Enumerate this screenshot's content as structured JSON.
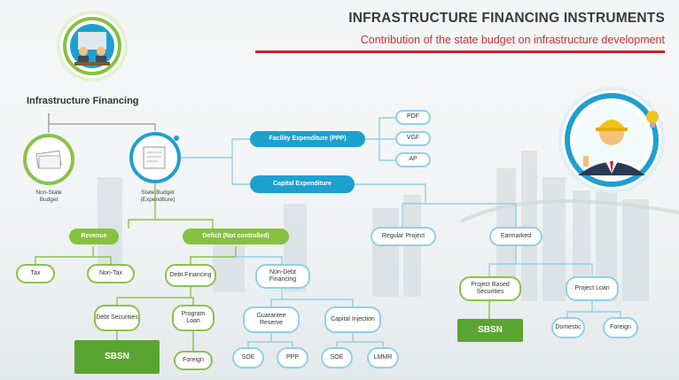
{
  "header": {
    "title": "INFRASTRUCTURE FINANCING INSTRUMENTS",
    "subtitle": "Contribution of the state budget on infrastructure development"
  },
  "root": {
    "label": "Infrastructure Financing"
  },
  "top_branches": {
    "non_state": "Non-State Budget",
    "state": "State Budget (Expenditure)"
  },
  "revenue_side": {
    "revenue": "Revenue",
    "deficit": "Deficit (Not controlled)",
    "tax": "Tax",
    "non_tax": "Non-Tax",
    "debt_financing": "Debt Financing",
    "non_debt_financing": "Non-Debt Financing",
    "debt_securities": "Debt Securities",
    "program_loan": "Program Loan",
    "sbsn": "SBSN",
    "foreign": "Foreign",
    "guarantee_reserve": "Guarantee Reserve",
    "capital_injection": "Capital Injection",
    "soe_1": "SOE",
    "ppp_1": "PPP",
    "soe_2": "SOE",
    "lmmr": "LMMR"
  },
  "expenditure_side": {
    "facility": "Facility Expenditure (PPP)",
    "pdf": "PDF",
    "vgf": "VGF",
    "ap": "AP",
    "capital": "Capital Expenditure",
    "regular_project": "Regular Project",
    "earmarked": "Earmarked",
    "project_based_securities": "Project Based Securities",
    "project_loan": "Project Loan",
    "sbsn": "SBSN",
    "domestic": "Domestic",
    "foreign": "Foreign"
  },
  "icons": [
    "meeting-icon",
    "papers-icon",
    "document-icon",
    "engineer-icon"
  ],
  "colors": {
    "green": "#86c13f",
    "dark_green": "#5aa532",
    "blue": "#1ea0cf",
    "light_blue": "#8fd0e8",
    "red": "#c9252d"
  }
}
